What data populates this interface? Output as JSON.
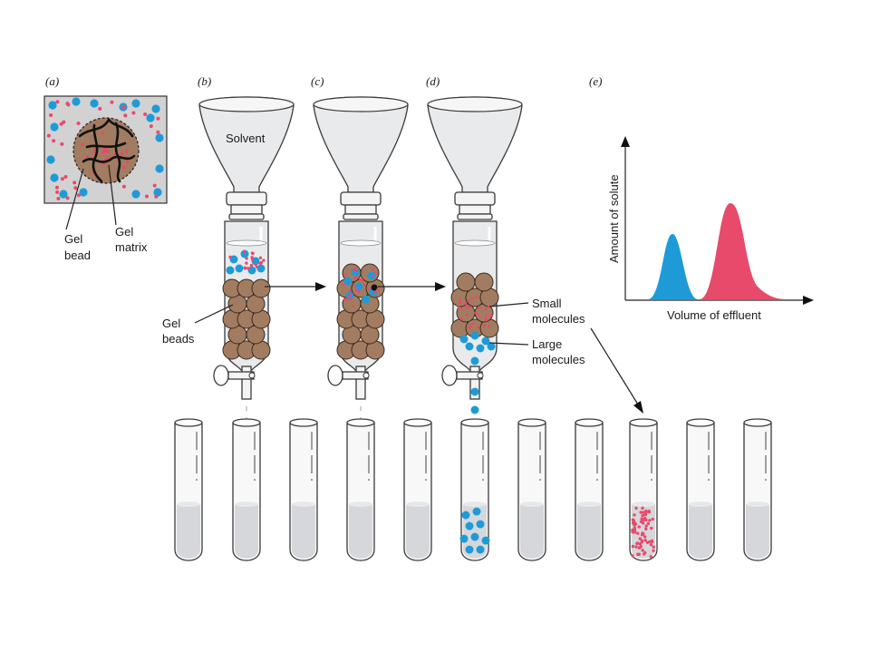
{
  "panels": {
    "a": "(a)",
    "b": "(b)",
    "c": "(c)",
    "d": "(d)",
    "e": "(e)"
  },
  "labels": {
    "gel_bead_1": "Gel",
    "gel_bead_2": "bead",
    "gel_matrix_1": "Gel",
    "gel_matrix_2": "matrix",
    "solvent": "Solvent",
    "gel_beads_1": "Gel",
    "gel_beads_2": "beads",
    "small_molecules_1": "Small",
    "small_molecules_2": "molecules",
    "large_molecules_1": "Large",
    "large_molecules_2": "molecules"
  },
  "graph": {
    "ylabel": "Amount of solute",
    "xlabel": "Volume of effluent"
  },
  "colors": {
    "large_molecule": "#1e9bd7",
    "small_molecule": "#e84a6b",
    "gel_bead": "#a27c61",
    "glass": "#e9eaec",
    "liquid": "#d6d7da"
  }
}
